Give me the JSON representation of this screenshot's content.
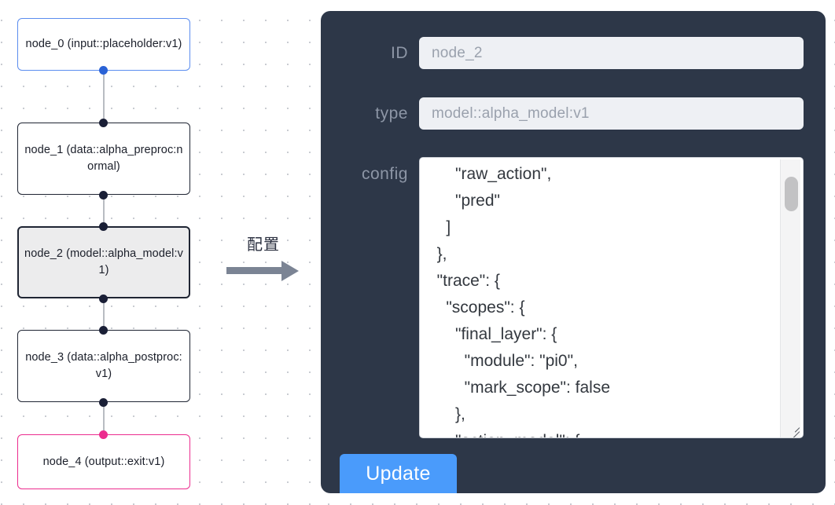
{
  "graph": {
    "nodes": [
      {
        "id": "node_0",
        "type": "(input::placeholder:v1)",
        "label": "node_0\n(input::placeholder:v1)",
        "style": "input"
      },
      {
        "id": "node_1",
        "type": "(data::alpha_preproc:normal)",
        "label": "node_1\n(data::alpha_preproc:normal)",
        "style": "default"
      },
      {
        "id": "node_2",
        "type": "(model::alpha_model:v1)",
        "label": "node_2\n(model::alpha_model:v1)",
        "style": "selected"
      },
      {
        "id": "node_3",
        "type": "(data::alpha_postproc:v1)",
        "label": "node_3\n(data::alpha_postproc:v1)",
        "style": "default"
      },
      {
        "id": "node_4",
        "type": "(output::exit:v1)",
        "label": "node_4\n(output::exit:v1)",
        "style": "output"
      }
    ],
    "colors": {
      "input_border": "#5b8def",
      "output_border": "#ec2c8e",
      "default_border": "#1f2533",
      "selected_fill": "#ececed",
      "edge": "#b9bcc2",
      "port": "#1a1f36"
    }
  },
  "transition": {
    "label": "配置",
    "arrow_color": "#7b8494"
  },
  "panel": {
    "background": "#2d3748",
    "fields": [
      {
        "name": "id",
        "label": "ID",
        "value": "node_2"
      },
      {
        "name": "type",
        "label": "type",
        "value": "model::alpha_model:v1"
      },
      {
        "name": "config",
        "label": "config",
        "value": ""
      }
    ],
    "id_label": "ID",
    "id_value": "node_2",
    "type_label": "type",
    "type_value": "model::alpha_model:v1",
    "config_label": "config",
    "config_value": "      \"raw_action\",\n      \"pred\"\n    ]\n  },\n  \"trace\": {\n    \"scopes\": {\n      \"final_layer\": {\n        \"module\": \"pi0\",\n        \"mark_scope\": false\n      },\n      \"action_model\": {",
    "update_label": "Update",
    "update_color": "#4a9bfb"
  }
}
